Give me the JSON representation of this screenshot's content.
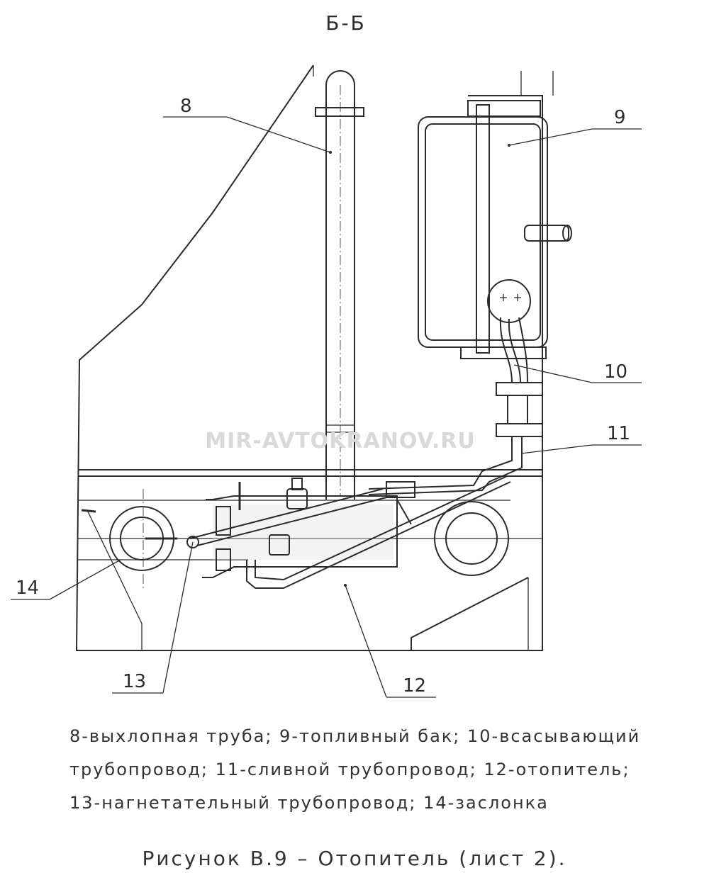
{
  "section_label": "Б-Б",
  "watermark": "MIR-AVTOKRANOV.RU",
  "callouts": {
    "c8": "8",
    "c9": "9",
    "c10": "10",
    "c11": "11",
    "c12": "12",
    "c13": "13",
    "c14": "14"
  },
  "legend": {
    "line1": "8-выхлопная труба; 9-топливный бак; 10-всасывающий",
    "line2": "трубопровод; 11-сливной трубопровод; 12-отопитель;",
    "line3": "13-нагнетательный трубопровод; 14-заслонка"
  },
  "caption": "Рисунок В.9 – Отопитель (лист 2)."
}
